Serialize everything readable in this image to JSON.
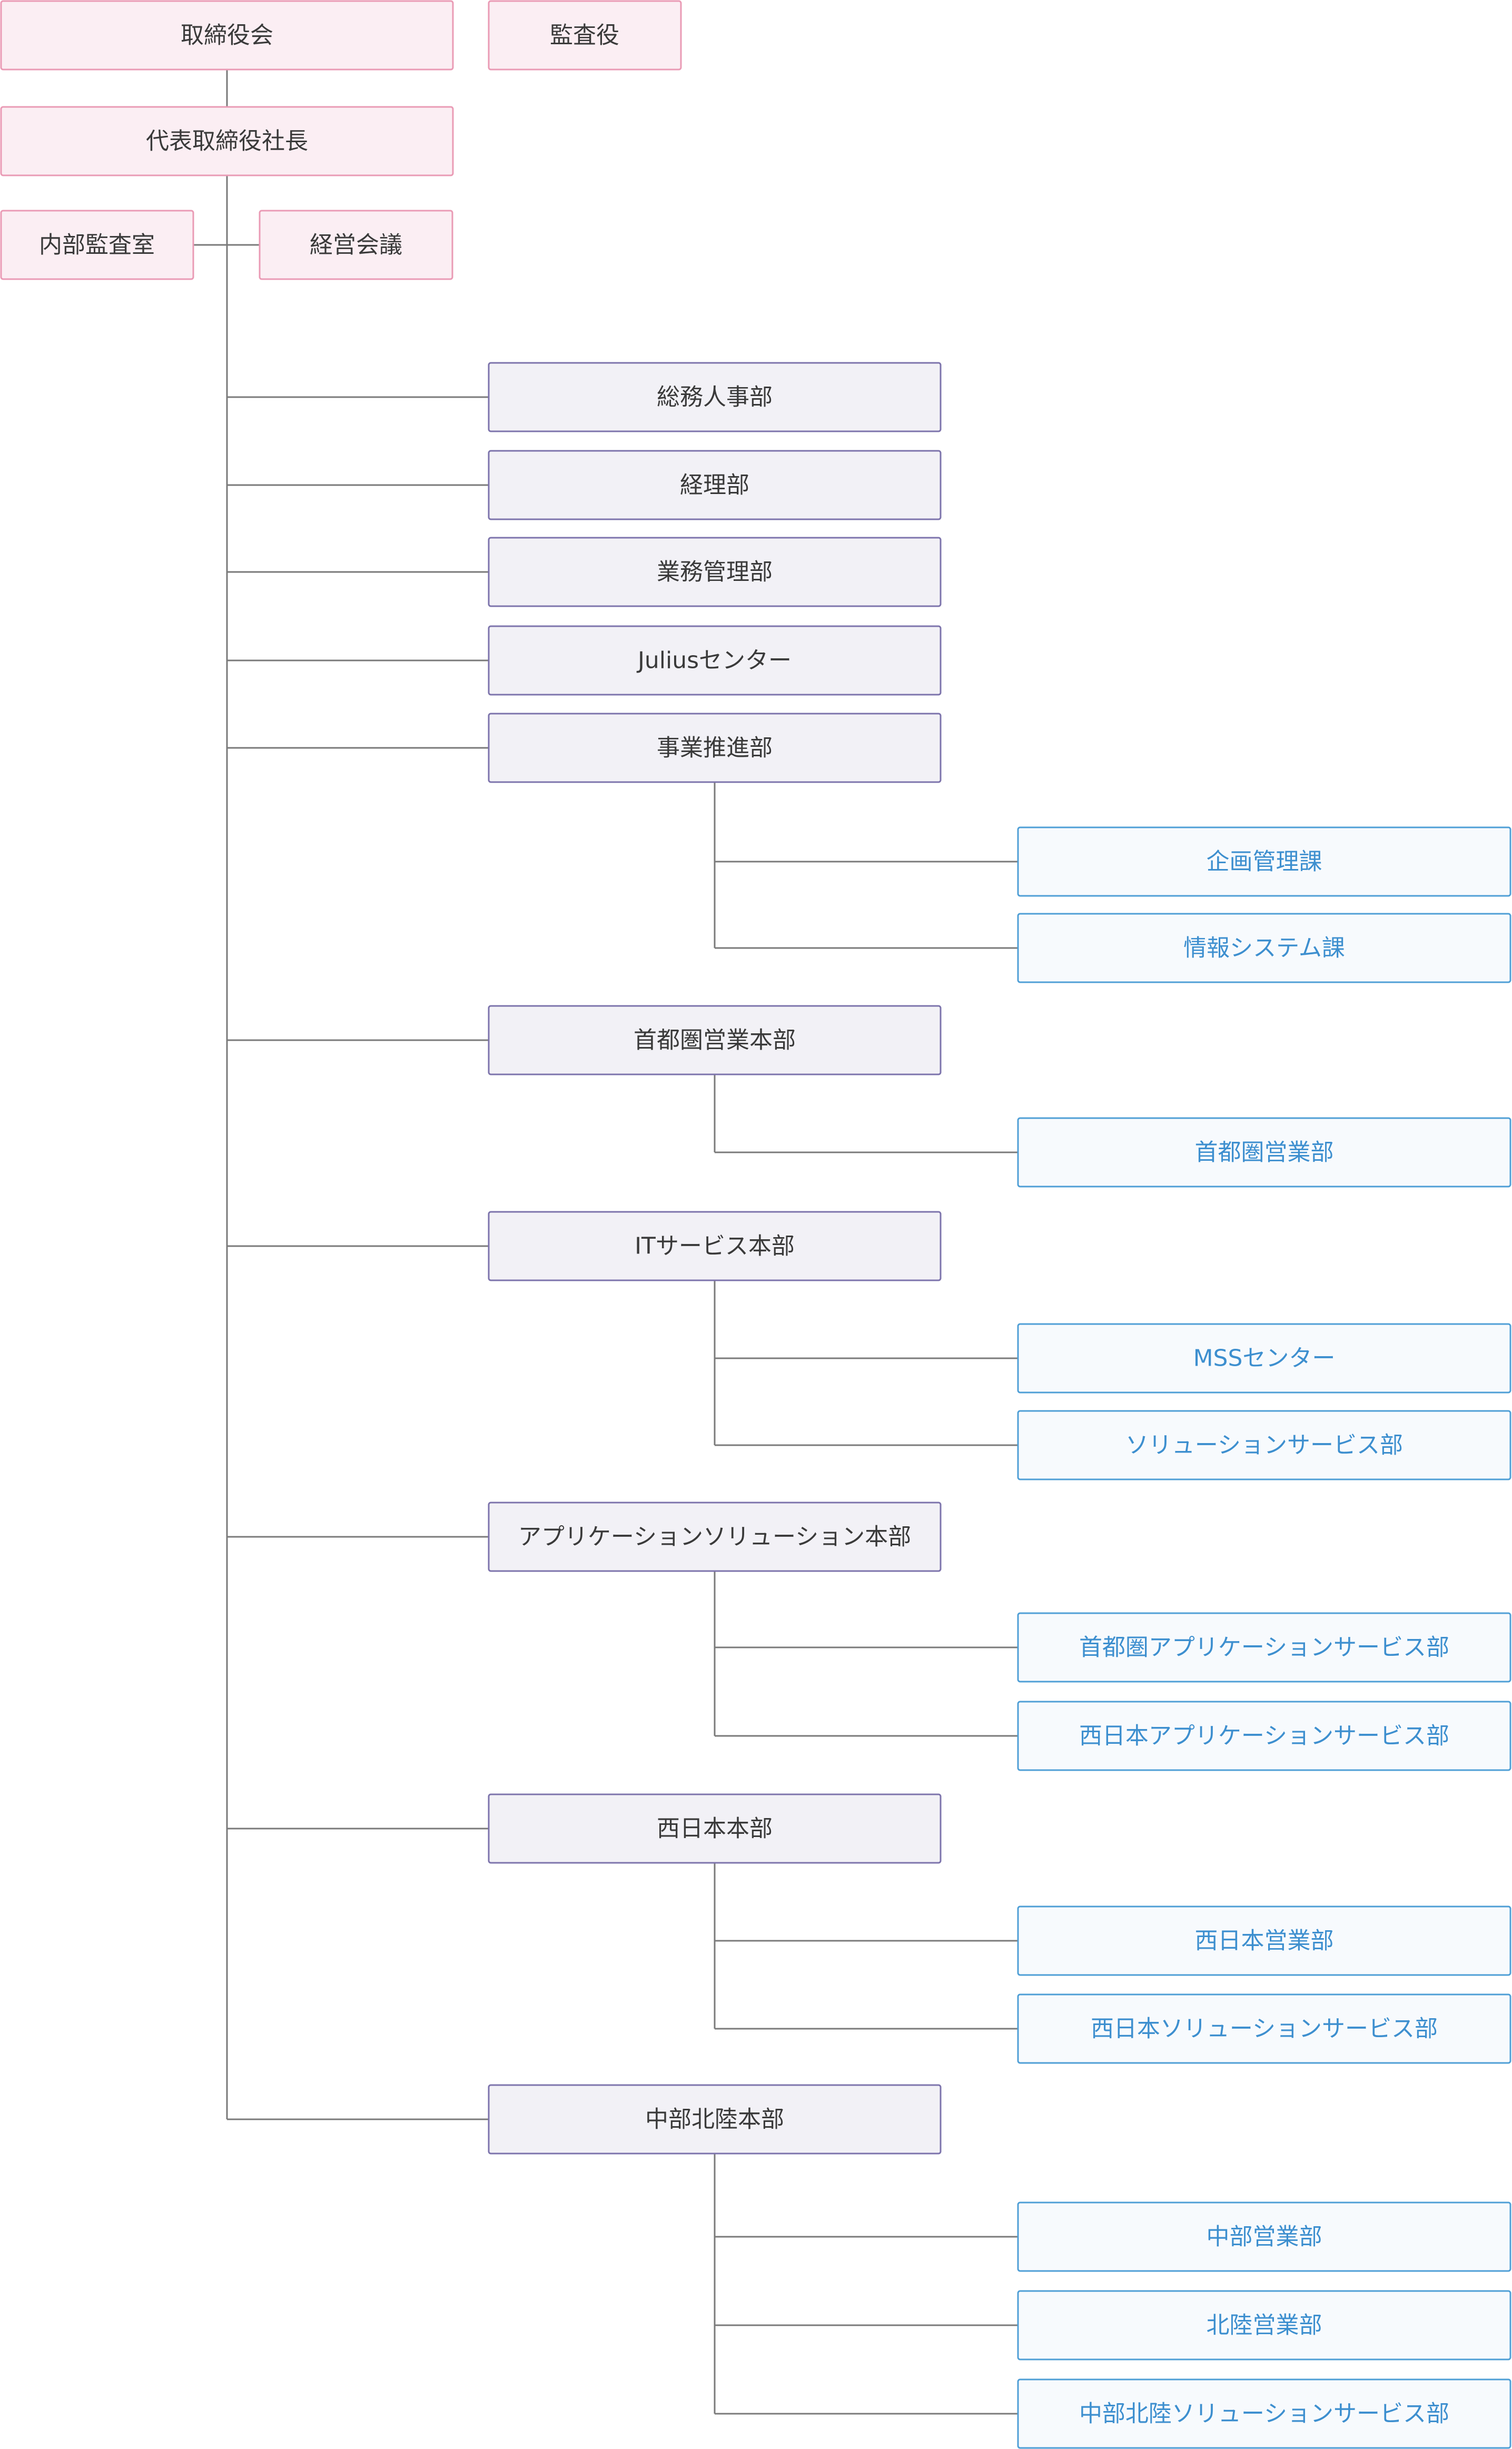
{
  "top": {
    "board": "取締役会",
    "auditor": "監査役",
    "president": "代表取締役社長",
    "internal_audit": "内部監査室",
    "management_meeting": "経営会議"
  },
  "departments": [
    {
      "label": "総務人事部"
    },
    {
      "label": "経理部"
    },
    {
      "label": "業務管理部"
    },
    {
      "label": "Juliusセンター"
    },
    {
      "label": "事業推進部",
      "children": [
        "企画管理課",
        "情報システム課"
      ]
    },
    {
      "label": "首都圏営業本部",
      "children": [
        "首都圏営業部"
      ]
    },
    {
      "label": "ITサービス本部",
      "children": [
        "MSSセンター",
        "ソリューションサービス部"
      ]
    },
    {
      "label": "アプリケーションソリューション本部",
      "children": [
        "首都圏アプリケーションサービス部",
        "西日本アプリケーションサービス部"
      ]
    },
    {
      "label": "西日本本部",
      "children": [
        "西日本営業部",
        "西日本ソリューションサービス部"
      ]
    },
    {
      "label": "中部北陸本部",
      "children": [
        "中部営業部",
        "北陸営業部",
        "中部北陸ソリューションサービス部"
      ]
    }
  ]
}
